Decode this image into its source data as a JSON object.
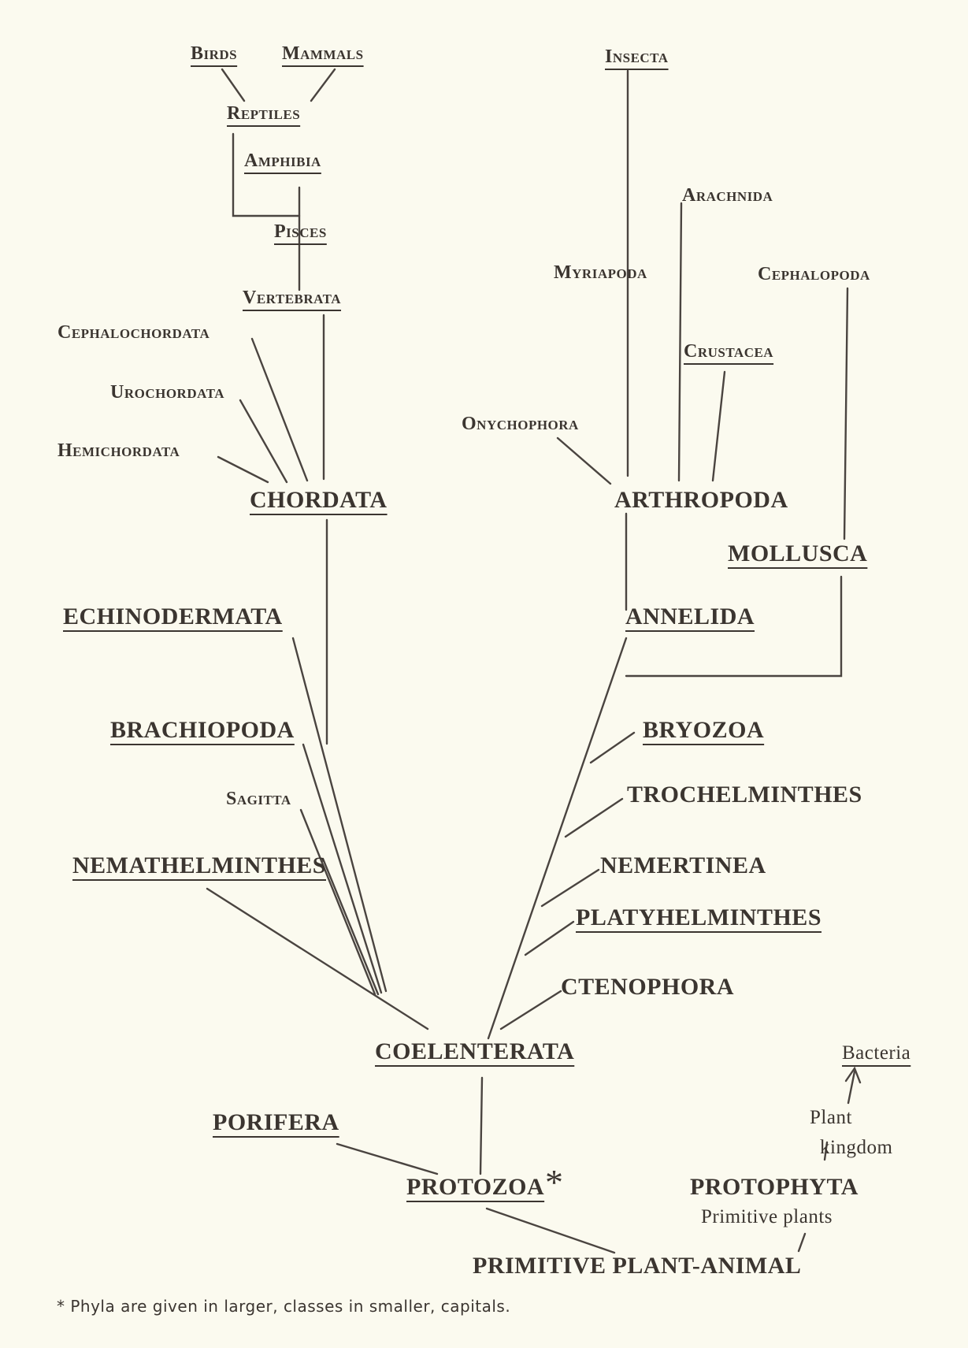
{
  "labels": {
    "birds": "Birds",
    "mammals": "Mammals",
    "reptiles": "Reptiles",
    "amphibia": "Amphibia",
    "pisces": "Pisces",
    "vertebrata": "Vertebrata",
    "cephalochordata": "Cephalochordata",
    "urochordata": "Urochordata",
    "hemichordata": "Hemichordata",
    "chordata": "CHORDATA",
    "echinodermata": "ECHINODERMATA",
    "brachiopoda": "BRACHIOPODA",
    "sagitta": "Sagitta",
    "nemathelminthes": "NEMATHELMINTHES",
    "insecta": "Insecta",
    "arachnida": "Arachnida",
    "myriapoda": "Myriapoda",
    "cephalopoda": "Cephalopoda",
    "crustacea": "Crustacea",
    "onychophora": "Onychophora",
    "arthropoda": "ARTHROPODA",
    "mollusca": "MOLLUSCA",
    "annelida": "ANNELIDA",
    "bryozoa": "BRYOZOA",
    "trochelminthes": "TROCHELMINTHES",
    "nemertinea": "NEMERTINEA",
    "platyhelminthes": "PLATYHELMINTHES",
    "ctenophora": "CTENOPHORA",
    "coelenterata": "COELENTERATA",
    "porifera": "PORIFERA",
    "protozoa": "PROTOZOA",
    "asterisk": "*",
    "bacteria": "Bacteria",
    "plant": "Plant",
    "kingdom": "kingdom",
    "protophyta": "PROTOPHYTA",
    "primitive_plants": "Primitive plants",
    "primitive_plant_animal": "PRIMITIVE PLANT-ANIMAL"
  },
  "footnote": "* Phyla are given in larger, classes in smaller, capitals."
}
